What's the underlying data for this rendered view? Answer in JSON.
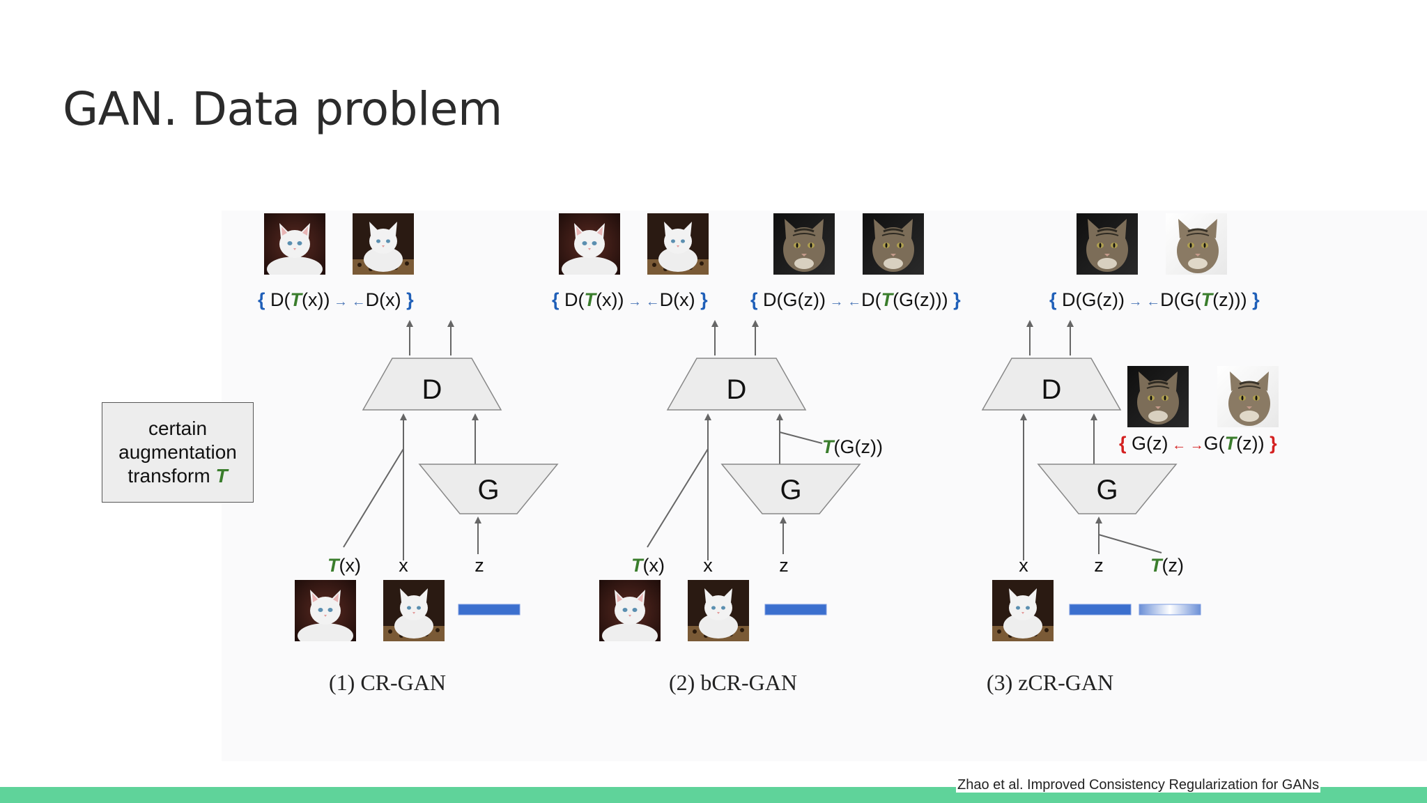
{
  "slide": {
    "title": "GAN. Data problem",
    "citation": "Zhao et al. Improved Consistency Regularization for GANs"
  },
  "aug_box": {
    "line1": "certain",
    "line2": "augmentation",
    "line3_text": "transform ",
    "line3_symbol": "T"
  },
  "colors": {
    "brace_blue": "#1f5fb8",
    "brace_red": "#d42020",
    "transform_green": "#3a7d2c",
    "latent_blue": "#3b6fce",
    "arrow_gray": "#666666",
    "box_fill": "#ececec",
    "accent_bar": "#5fd39a"
  },
  "icons": {
    "white_kitten": "white-kitten-photo",
    "tabby_cat": "tabby-cat-photo",
    "latent_vector": "latent-vector-bar"
  },
  "panels": [
    {
      "caption": "(1) CR-GAN",
      "disc_label": "D",
      "gen_label": "G",
      "inputs": [
        "T(x)",
        "x",
        "z"
      ],
      "loss_terms": [
        "{ D(T(x))→←D(x) }"
      ]
    },
    {
      "caption": "(2) bCR-GAN",
      "disc_label": "D",
      "gen_label": "G",
      "inputs": [
        "T(x)",
        "x",
        "z"
      ],
      "side_label": "T(G(z))",
      "loss_terms": [
        "{ D(T(x))→←D(x) }",
        "{ D(G(z))→←D(T(G(z))) }"
      ]
    },
    {
      "caption": "(3) zCR-GAN",
      "disc_label": "D",
      "gen_label": "G",
      "inputs": [
        "x",
        "z",
        "T(z)"
      ],
      "loss_terms": [
        "{ D(G(z))→←D(G(T(z))) }",
        "{ G(z)←→G(T(z)) }"
      ]
    }
  ]
}
